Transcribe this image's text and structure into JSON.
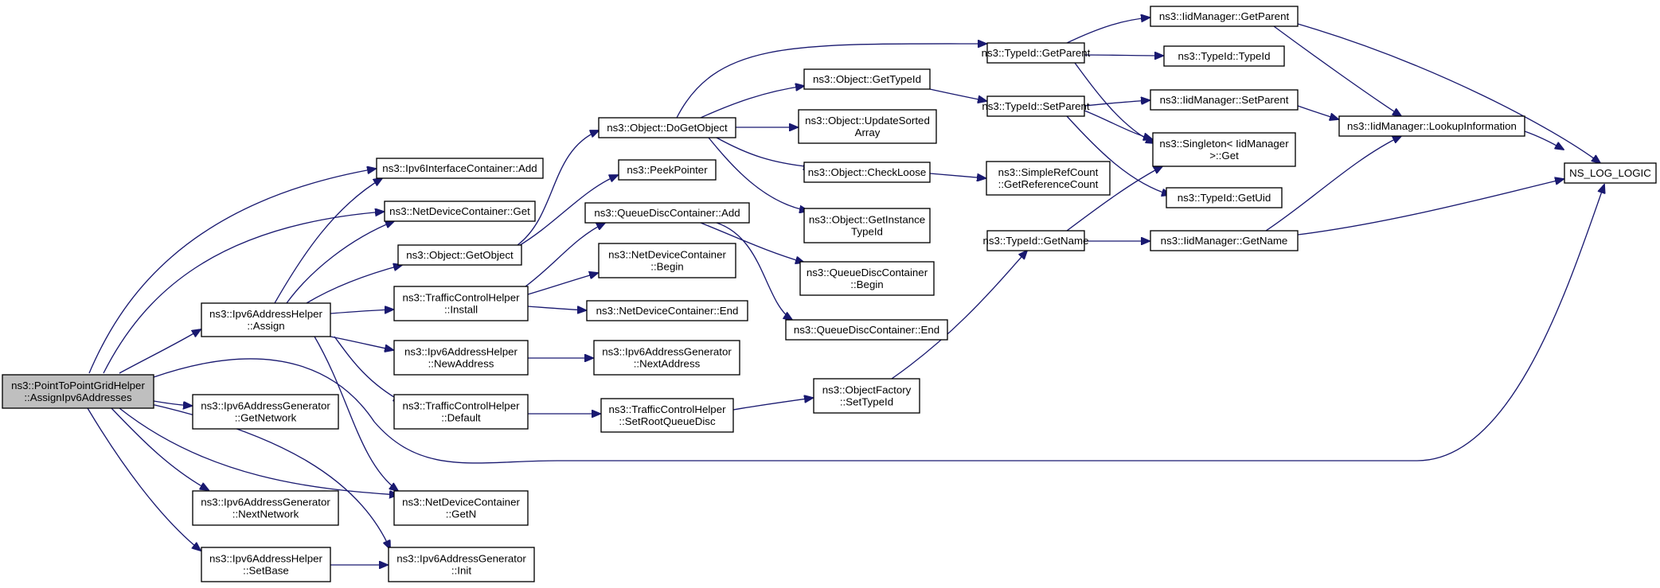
{
  "graph": {
    "colors": {
      "edge": "#191970",
      "root_fill": "#bfbfbf",
      "node_fill": "#ffffff",
      "node_border": "#000000"
    },
    "nodes": [
      {
        "id": "root",
        "lines": [
          "ns3::PointToPointGridHelper",
          "::AssignIpv6Addresses"
        ],
        "root": true
      },
      {
        "id": "ipv6ic_add",
        "lines": [
          "ns3::Ipv6InterfaceContainer::Add"
        ]
      },
      {
        "id": "ndc_get",
        "lines": [
          "ns3::NetDeviceContainer::Get"
        ]
      },
      {
        "id": "obj_getobject",
        "lines": [
          "ns3::Object::GetObject"
        ]
      },
      {
        "id": "ipv6ah_assign",
        "lines": [
          "ns3::Ipv6AddressHelper",
          "::Assign"
        ]
      },
      {
        "id": "tch_install",
        "lines": [
          "ns3::TrafficControlHelper",
          "::Install"
        ]
      },
      {
        "id": "ipv6ah_newaddress",
        "lines": [
          "ns3::Ipv6AddressHelper",
          "::NewAddress"
        ]
      },
      {
        "id": "tch_default",
        "lines": [
          "ns3::TrafficControlHelper",
          "::Default"
        ]
      },
      {
        "id": "ipv6ag_getnetwork",
        "lines": [
          "ns3::Ipv6AddressGenerator",
          "::GetNetwork"
        ]
      },
      {
        "id": "ipv6ag_nextnetwork",
        "lines": [
          "ns3::Ipv6AddressGenerator",
          "::NextNetwork"
        ]
      },
      {
        "id": "ndc_getn",
        "lines": [
          "ns3::NetDeviceContainer",
          "::GetN"
        ]
      },
      {
        "id": "ipv6ah_setbase",
        "lines": [
          "ns3::Ipv6AddressHelper",
          "::SetBase"
        ]
      },
      {
        "id": "ipv6ag_init",
        "lines": [
          "ns3::Ipv6AddressGenerator",
          "::Init"
        ]
      },
      {
        "id": "obj_dogetobject",
        "lines": [
          "ns3::Object::DoGetObject"
        ]
      },
      {
        "id": "peekpointer",
        "lines": [
          "ns3::PeekPointer"
        ]
      },
      {
        "id": "qdc_add",
        "lines": [
          "ns3::QueueDiscContainer::Add"
        ]
      },
      {
        "id": "ndc_begin",
        "lines": [
          "ns3::NetDeviceContainer",
          "::Begin"
        ]
      },
      {
        "id": "ndc_end",
        "lines": [
          "ns3::NetDeviceContainer::End"
        ]
      },
      {
        "id": "ipv6ag_nextaddress",
        "lines": [
          "ns3::Ipv6AddressGenerator",
          "::NextAddress"
        ]
      },
      {
        "id": "tch_setrootqueuedisc",
        "lines": [
          "ns3::TrafficControlHelper",
          "::SetRootQueueDisc"
        ]
      },
      {
        "id": "obj_gettypeid",
        "lines": [
          "ns3::Object::GetTypeId"
        ]
      },
      {
        "id": "obj_updatesortedarray",
        "lines": [
          "ns3::Object::UpdateSorted",
          "Array"
        ]
      },
      {
        "id": "obj_checkloose",
        "lines": [
          "ns3::Object::CheckLoose"
        ]
      },
      {
        "id": "obj_getinstancetypeid",
        "lines": [
          "ns3::Object::GetInstance",
          "TypeId"
        ]
      },
      {
        "id": "qdc_begin",
        "lines": [
          "ns3::QueueDiscContainer",
          "::Begin"
        ]
      },
      {
        "id": "qdc_end",
        "lines": [
          "ns3::QueueDiscContainer::End"
        ]
      },
      {
        "id": "objfactory_settypeid",
        "lines": [
          "ns3::ObjectFactory",
          "::SetTypeId"
        ]
      },
      {
        "id": "typeid_getparent",
        "lines": [
          "ns3::TypeId::GetParent"
        ]
      },
      {
        "id": "typeid_setparent",
        "lines": [
          "ns3::TypeId::SetParent"
        ]
      },
      {
        "id": "simplerefcount_getrefcount",
        "lines": [
          "ns3::SimpleRefCount",
          "::GetReferenceCount"
        ]
      },
      {
        "id": "typeid_getname",
        "lines": [
          "ns3::TypeId::GetName"
        ]
      },
      {
        "id": "iidmanager_getparent",
        "lines": [
          "ns3::IidManager::GetParent"
        ]
      },
      {
        "id": "typeid_typeid",
        "lines": [
          "ns3::TypeId::TypeId"
        ]
      },
      {
        "id": "iidmanager_setparent",
        "lines": [
          "ns3::IidManager::SetParent"
        ]
      },
      {
        "id": "singleton_get",
        "lines": [
          "ns3::Singleton< IidManager",
          " >::Get"
        ]
      },
      {
        "id": "typeid_getuid",
        "lines": [
          "ns3::TypeId::GetUid"
        ]
      },
      {
        "id": "iidmanager_getname",
        "lines": [
          "ns3::IidManager::GetName"
        ]
      },
      {
        "id": "iidmanager_lookupinformation",
        "lines": [
          "ns3::IidManager::LookupInformation"
        ]
      },
      {
        "id": "ns_log_logic",
        "lines": [
          "NS_LOG_LOGIC"
        ]
      }
    ],
    "edges": [
      {
        "from": "root",
        "to": "ipv6ic_add"
      },
      {
        "from": "root",
        "to": "ndc_get"
      },
      {
        "from": "root",
        "to": "ipv6ah_assign"
      },
      {
        "from": "root",
        "to": "ipv6ag_getnetwork"
      },
      {
        "from": "root",
        "to": "ipv6ag_nextnetwork"
      },
      {
        "from": "root",
        "to": "ndc_getn"
      },
      {
        "from": "root",
        "to": "ipv6ah_setbase"
      },
      {
        "from": "root",
        "to": "ipv6ag_init"
      },
      {
        "from": "root",
        "to": "ns_log_logic"
      },
      {
        "from": "ipv6ah_assign",
        "to": "ipv6ic_add"
      },
      {
        "from": "ipv6ah_assign",
        "to": "ndc_get"
      },
      {
        "from": "ipv6ah_assign",
        "to": "obj_getobject"
      },
      {
        "from": "ipv6ah_assign",
        "to": "tch_install"
      },
      {
        "from": "ipv6ah_assign",
        "to": "ipv6ah_newaddress"
      },
      {
        "from": "ipv6ah_assign",
        "to": "tch_default"
      },
      {
        "from": "ipv6ah_assign",
        "to": "ndc_getn"
      },
      {
        "from": "obj_getobject",
        "to": "obj_dogetobject"
      },
      {
        "from": "obj_getobject",
        "to": "peekpointer"
      },
      {
        "from": "tch_install",
        "to": "qdc_add"
      },
      {
        "from": "tch_install",
        "to": "ndc_begin"
      },
      {
        "from": "tch_install",
        "to": "ndc_end"
      },
      {
        "from": "ipv6ah_newaddress",
        "to": "ipv6ag_nextaddress"
      },
      {
        "from": "tch_default",
        "to": "tch_setrootqueuedisc"
      },
      {
        "from": "ipv6ah_setbase",
        "to": "ipv6ag_init"
      },
      {
        "from": "obj_dogetobject",
        "to": "obj_gettypeid"
      },
      {
        "from": "obj_dogetobject",
        "to": "obj_updatesortedarray"
      },
      {
        "from": "obj_dogetobject",
        "to": "obj_checkloose"
      },
      {
        "from": "obj_dogetobject",
        "to": "obj_getinstancetypeid"
      },
      {
        "from": "obj_dogetobject",
        "to": "typeid_getparent"
      },
      {
        "from": "qdc_add",
        "to": "qdc_begin"
      },
      {
        "from": "qdc_add",
        "to": "qdc_end"
      },
      {
        "from": "tch_setrootqueuedisc",
        "to": "objfactory_settypeid"
      },
      {
        "from": "objfactory_settypeid",
        "to": "typeid_getname"
      },
      {
        "from": "obj_gettypeid",
        "to": "typeid_setparent"
      },
      {
        "from": "obj_checkloose",
        "to": "simplerefcount_getrefcount"
      },
      {
        "from": "typeid_getparent",
        "to": "iidmanager_getparent"
      },
      {
        "from": "typeid_getparent",
        "to": "typeid_typeid"
      },
      {
        "from": "typeid_getparent",
        "to": "singleton_get"
      },
      {
        "from": "typeid_setparent",
        "to": "iidmanager_setparent"
      },
      {
        "from": "typeid_setparent",
        "to": "singleton_get"
      },
      {
        "from": "typeid_setparent",
        "to": "typeid_getuid"
      },
      {
        "from": "typeid_getname",
        "to": "singleton_get"
      },
      {
        "from": "typeid_getname",
        "to": "iidmanager_getname"
      },
      {
        "from": "iidmanager_getparent",
        "to": "iidmanager_lookupinformation"
      },
      {
        "from": "iidmanager_getparent",
        "to": "ns_log_logic"
      },
      {
        "from": "iidmanager_setparent",
        "to": "iidmanager_lookupinformation"
      },
      {
        "from": "iidmanager_getname",
        "to": "iidmanager_lookupinformation"
      },
      {
        "from": "iidmanager_getname",
        "to": "ns_log_logic"
      },
      {
        "from": "iidmanager_lookupinformation",
        "to": "ns_log_logic"
      }
    ]
  }
}
